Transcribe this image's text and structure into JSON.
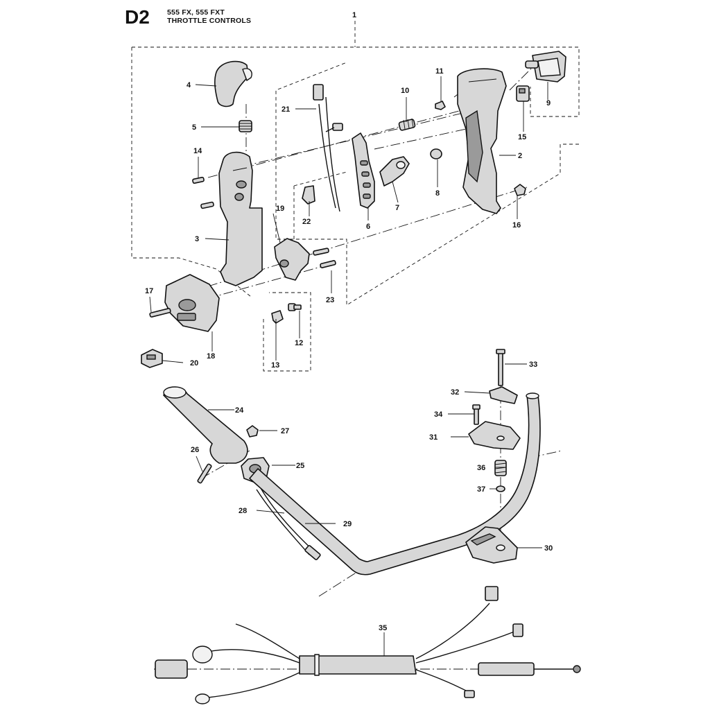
{
  "header": {
    "code": "D2",
    "models": "555 FX, 555 FXT",
    "title": "THROTTLE CONTROLS"
  },
  "callouts": {
    "c1": "1",
    "c2": "2",
    "c3": "3",
    "c4": "4",
    "c5": "5",
    "c6": "6",
    "c7": "7",
    "c8": "8",
    "c9": "9",
    "c10": "10",
    "c11": "11",
    "c12": "12",
    "c13": "13",
    "c14": "14",
    "c15": "15",
    "c16": "16",
    "c17": "17",
    "c18": "18",
    "c19": "19",
    "c20": "20",
    "c21": "21",
    "c22": "22",
    "c23": "23",
    "c24": "24",
    "c25": "25",
    "c26": "26",
    "c27": "27",
    "c28": "28",
    "c29": "29",
    "c30": "30",
    "c31": "31",
    "c32": "32",
    "c33": "33",
    "c34": "34",
    "c35": "35",
    "c36": "36",
    "c37": "37"
  }
}
